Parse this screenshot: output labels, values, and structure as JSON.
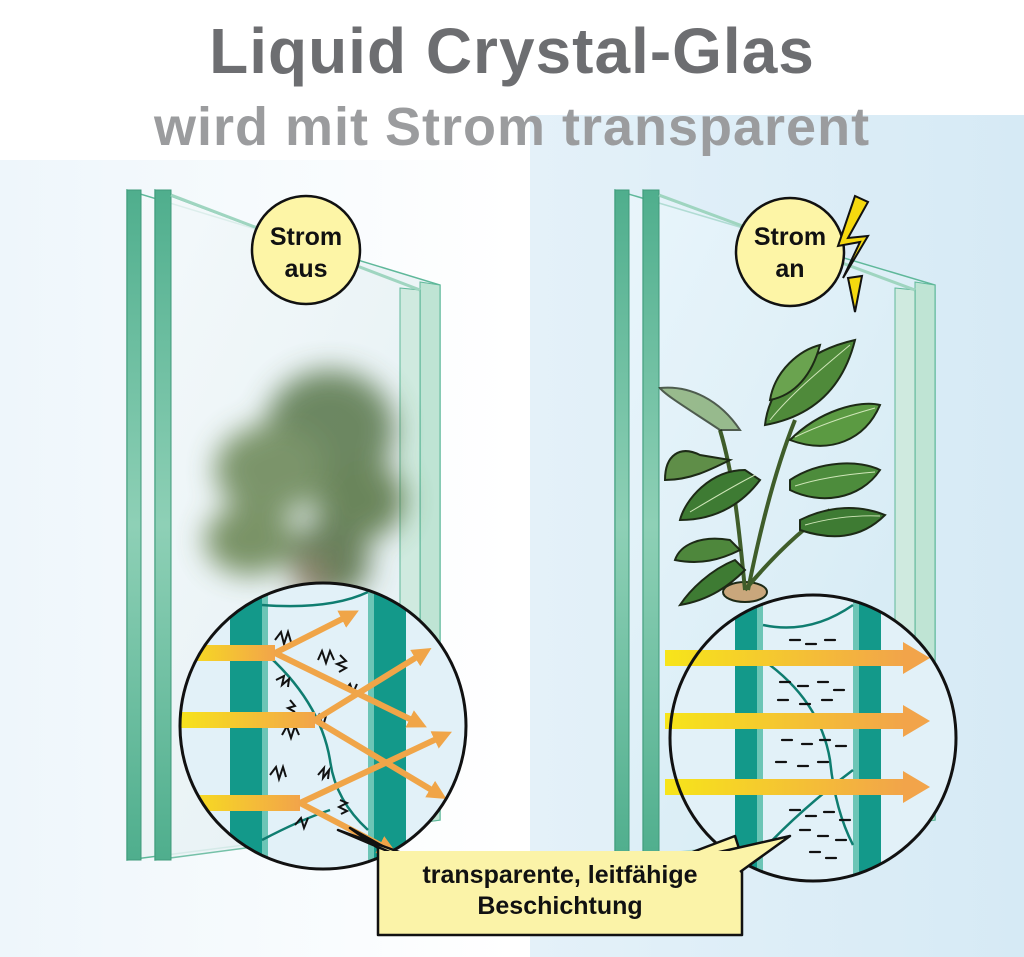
{
  "title": {
    "line1": "Liquid Crystal-Glas",
    "line2": "wird mit Strom transparent"
  },
  "left_panel": {
    "badge_line1": "Strom",
    "badge_line2": "aus",
    "state": "opaque"
  },
  "right_panel": {
    "badge_line1": "Strom",
    "badge_line2": "an",
    "state": "transparent"
  },
  "callout": {
    "line1": "transparente, leitfähige",
    "line2": "Beschichtung"
  },
  "icons": [
    "lightning-icon",
    "plant-illustration",
    "blurred-plant"
  ],
  "colors": {
    "glass_edge": "#5fb89a",
    "glass_fill": "#e3f2f6",
    "badge_fill": "#fdf5a6",
    "arrow_yellow": "#f3d31b",
    "arrow_orange": "#f0a548",
    "inner_glass": "#13998a",
    "callout_fill": "#fbf3a8",
    "title_dark": "#6d6e71",
    "title_light": "#9b9c9e"
  }
}
